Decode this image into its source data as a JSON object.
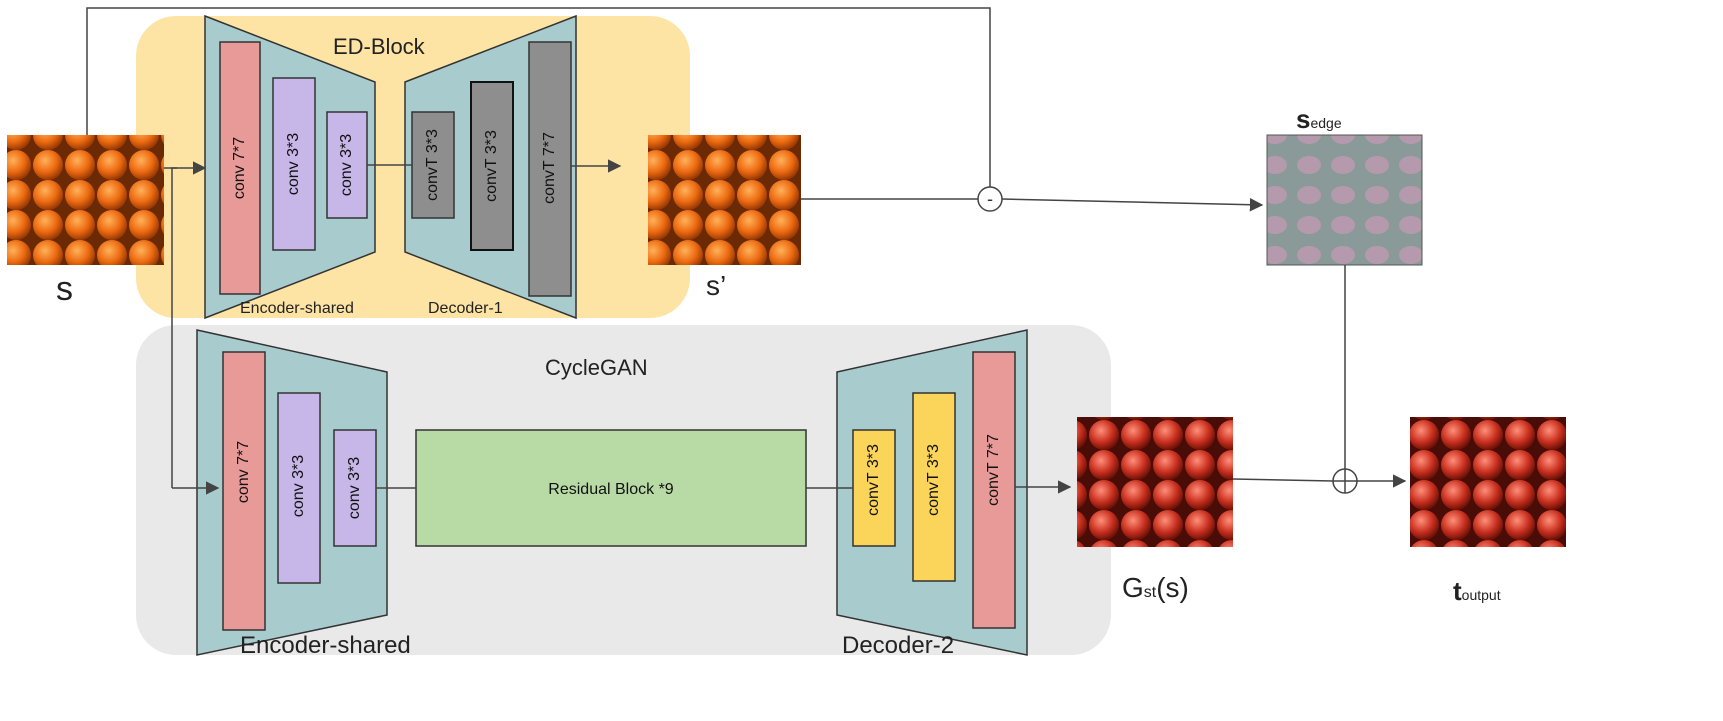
{
  "blocks": {
    "ed_block": "ED-Block",
    "cyclegan": "CycleGAN"
  },
  "labels": {
    "s": "s",
    "s_prime": "s’",
    "encoder_shared_top": "Encoder-shared",
    "decoder_1": "Decoder-1",
    "encoder_shared_bottom": "Encoder-shared",
    "decoder_2": "Decoder-2",
    "s_edge_main": "s",
    "s_edge_sub": "edge",
    "g_main": "G",
    "g_sub": "st",
    "g_arg": "(s)",
    "t_main": "t",
    "t_sub": "output",
    "minus": "-"
  },
  "layers": {
    "top_enc": [
      "conv 7*7",
      "conv 3*3",
      "conv 3*3"
    ],
    "top_dec": [
      "convT 3*3",
      "convT 3*3",
      "convT 7*7"
    ],
    "bot_enc": [
      "conv 7*7",
      "conv 3*3",
      "conv 3*3"
    ],
    "residual": "Residual Block *9",
    "bot_dec": [
      "convT 3*3",
      "convT 3*3",
      "convT 7*7"
    ]
  },
  "colors": {
    "ed_bg": "#fde3a4",
    "cycle_bg": "#e9e9e9",
    "trapezoid": "#a8ccce",
    "red_layer": "#e89a98",
    "purple_layer": "#c7b6e8",
    "gray_layer": "#8e8e8e",
    "yellow_layer": "#fbd45a",
    "residual": "#b8dba5",
    "line": "#444444"
  }
}
